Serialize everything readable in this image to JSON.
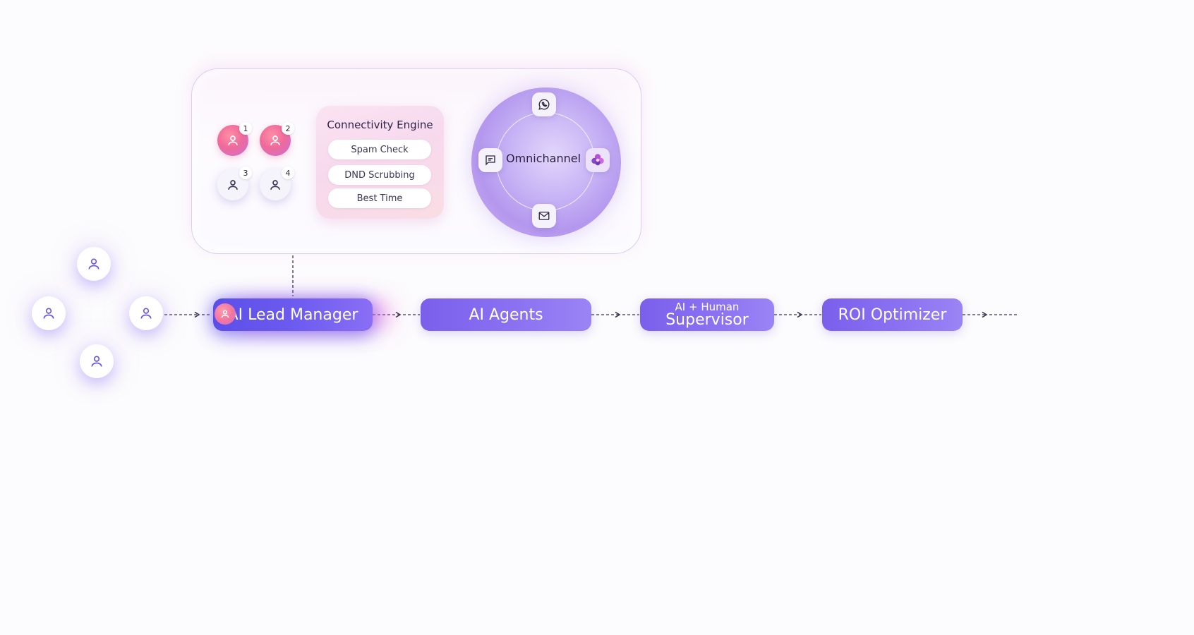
{
  "panel": {
    "leads": [
      {
        "number": "1",
        "state": "hot"
      },
      {
        "number": "2",
        "state": "hot"
      },
      {
        "number": "3",
        "state": "cold"
      },
      {
        "number": "4",
        "state": "cold"
      }
    ],
    "engine": {
      "title": "Connectivity Engine",
      "checks": [
        "Spam Check",
        "DND Scrubbing",
        "Best Time"
      ]
    },
    "omnichannel": {
      "label": "Omnichannel",
      "channels": [
        "whatsapp-icon",
        "chat-icon",
        "brand-logo-icon",
        "mail-icon"
      ]
    }
  },
  "inbound_leads": {
    "icons": [
      "person-icon",
      "person-icon",
      "person-icon",
      "person-icon"
    ]
  },
  "pipeline": {
    "manager": "AI Lead Manager",
    "agents": "AI Agents",
    "supervisor_prefix": "AI + Human",
    "supervisor": "Supervisor",
    "optimizer": "ROI Optimizer"
  },
  "colors": {
    "stage_purple": "#7a5fec",
    "hot_lead_pink": "#f06a9a",
    "panel_border": "#d8d0f4",
    "accent_glow": "#f56edc"
  }
}
